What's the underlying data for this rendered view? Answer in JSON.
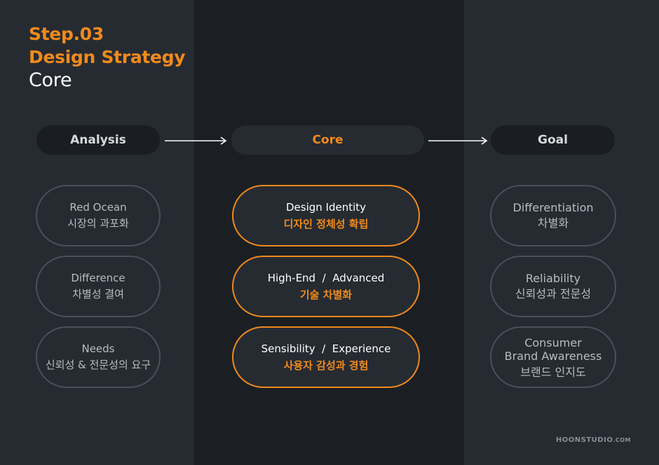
{
  "heading": {
    "step": "Step.03",
    "title": "Design Strategy",
    "subtitle": "Core"
  },
  "columns": {
    "analysis": "Analysis",
    "core": "Core",
    "goal": "Goal"
  },
  "analysis_items": [
    {
      "en": "Red Ocean",
      "ko": "시장의 과포화"
    },
    {
      "en": "Difference",
      "ko": "차별성 결여"
    },
    {
      "en": "Needs",
      "ko": "신뢰성 & 전문성의 요구"
    }
  ],
  "core_items": [
    {
      "en": "Design Identity",
      "ko": "디자인 정체성 확립"
    },
    {
      "en": "High-End  /  Advanced",
      "ko": "기술 차별화"
    },
    {
      "en": "Sensibility  /  Experience",
      "ko": "사용자 감성과 경험"
    }
  ],
  "goal_items": [
    {
      "en": "Differentiation",
      "ko": "차별화"
    },
    {
      "en": "Reliability",
      "ko": "신뢰성과 전문성"
    },
    {
      "en": "Consumer",
      "en2": "Brand Awareness",
      "ko": "브랜드 인지도"
    }
  ],
  "footer": {
    "brand": "HOONSTUDIO",
    "domain": ".COM"
  },
  "colors": {
    "accent": "#f08a1c",
    "background": "#262b32",
    "center_column": "#1b1f24"
  }
}
